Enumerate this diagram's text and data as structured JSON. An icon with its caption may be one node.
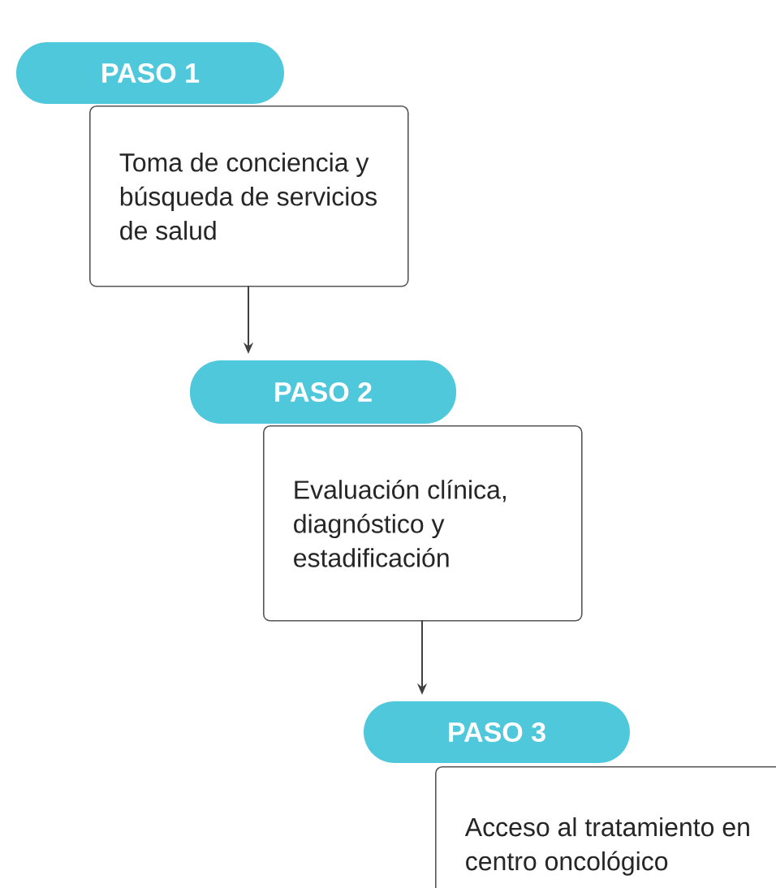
{
  "diagram": {
    "nodes": [
      {
        "text": [
          "PASO 1"
        ]
      },
      {
        "text": [
          "Toma de conciencia y búsqueda de servicios de salud"
        ]
      },
      {
        "text": [
          "PASO 2"
        ]
      },
      {
        "text": [
          "Evaluación clínica, diagnóstico y estadificación"
        ]
      },
      {
        "text": [
          "PASO 3"
        ]
      },
      {
        "text": [
          "Acceso al tratamiento en centro oncológico"
        ]
      }
    ],
    "edges": [
      {
        "from": 1,
        "to": 2,
        "arrow": "to"
      },
      {
        "from": 3,
        "to": 4,
        "arrow": "to"
      }
    ]
  }
}
